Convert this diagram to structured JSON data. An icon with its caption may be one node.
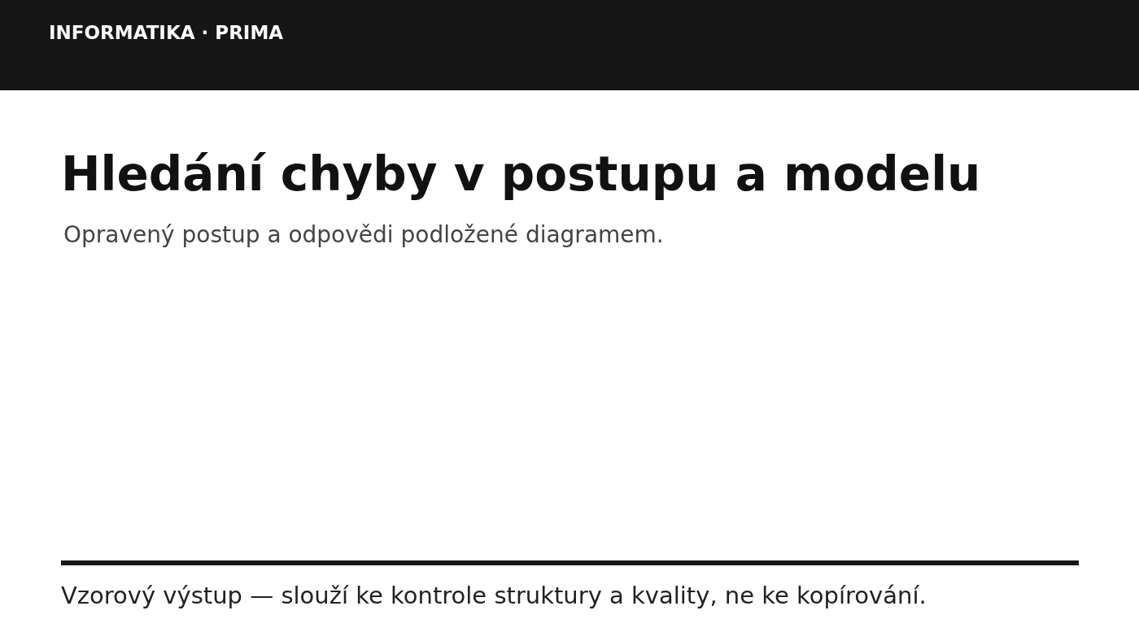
{
  "diagram": {
    "title": "Hledání chyby v postupu a modelu",
    "labels": [
      "INFORMATIKA · PRIMA",
      "Opravený postup a odpovědi podložené diagramem."
    ],
    "caption": "Vzorový výstup — slouží ke kontrole struktury a kvality, ne ke kopírování."
  }
}
